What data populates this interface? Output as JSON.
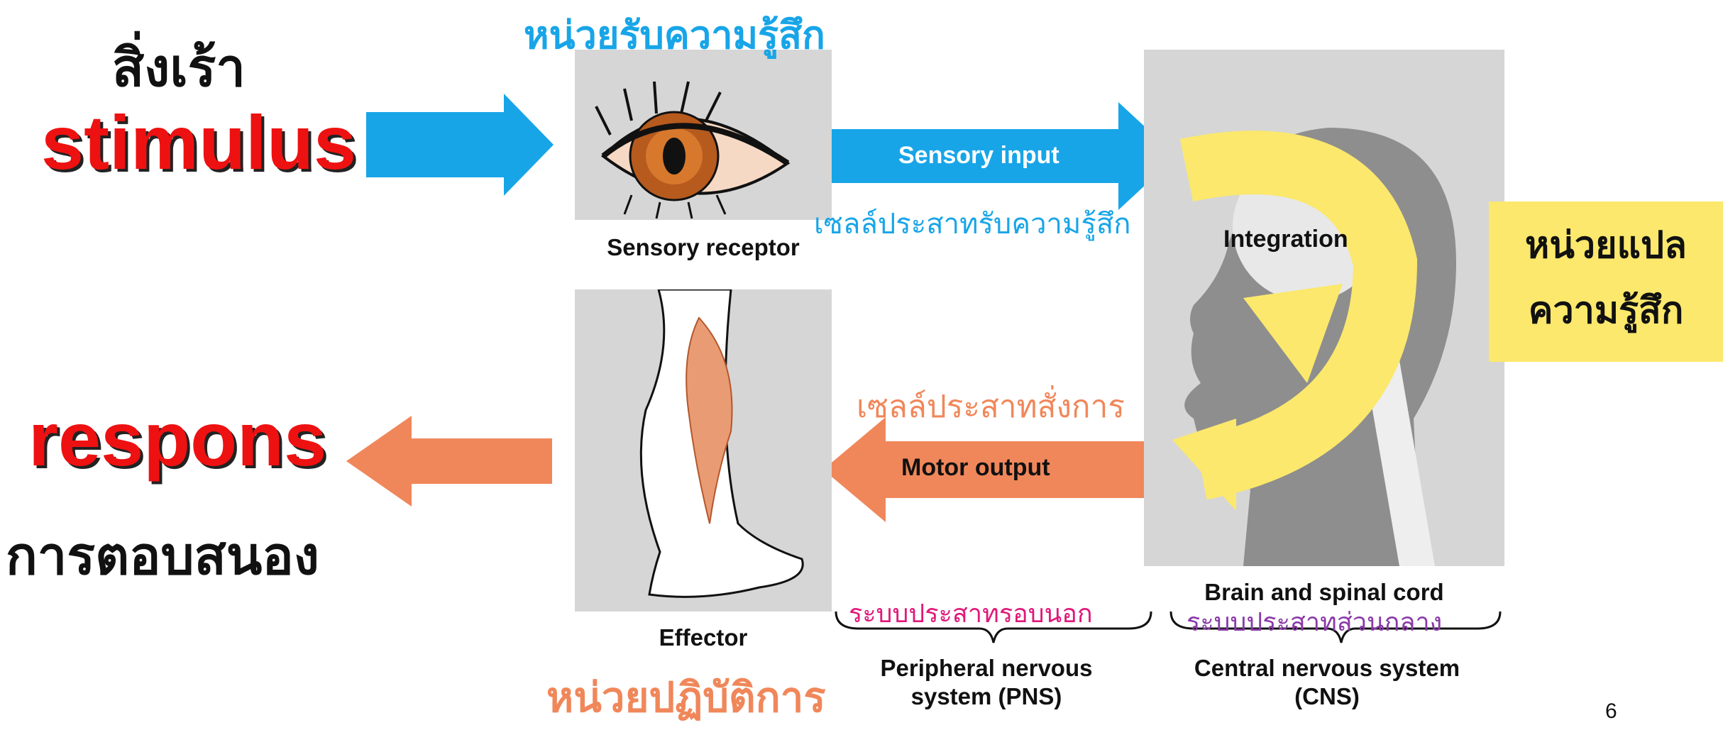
{
  "stimulus": {
    "thai": "สิ่งเร้า",
    "english": "stimulus"
  },
  "response": {
    "english": "respons",
    "thai": "การตอบสนอง"
  },
  "receptor": {
    "thai": "หน่วยรับความรู้สึก",
    "english": "Sensory receptor"
  },
  "sensory_input": {
    "english": "Sensory input",
    "thai": "เซลล์ประสาทรับความรู้สึก"
  },
  "integration": {
    "english": "Integration",
    "thai": "หน่วยแปล ความรู้สึก"
  },
  "motor_output": {
    "english": "Motor output",
    "thai": "เซลล์ประสาทสั่งการ"
  },
  "effector": {
    "english": "Effector",
    "thai": "หน่วยปฏิบัติการ"
  },
  "brain": {
    "english": "Brain and spinal cord"
  },
  "pns": {
    "thai": "ระบบประสาทรอบนอก",
    "english": "Peripheral nervous system (PNS)"
  },
  "cns": {
    "thai": "ระบบประสาทส่วนกลาง",
    "english": "Central nervous system (CNS)"
  },
  "page_number": "6",
  "colors": {
    "stimulus_red": "#ee1111",
    "sensory_blue": "#18a5e8",
    "motor_orange": "#f0875a",
    "integration_yellow": "#fbe86c",
    "panel_gray": "#d6d6d6",
    "pns_magenta": "#e0187a",
    "cns_purple": "#8a3aa8"
  }
}
